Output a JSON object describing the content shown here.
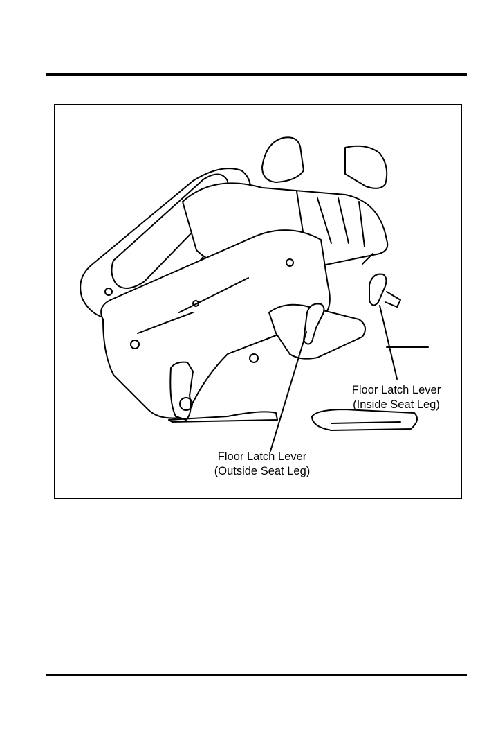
{
  "figure": {
    "subject": "seat-illustration",
    "callouts": {
      "inside_line1": "Floor Latch Lever",
      "inside_line2": "(Inside Seat Leg)",
      "outside_line1": "Floor Latch Lever",
      "outside_line2": "(Outside Seat Leg)"
    }
  }
}
